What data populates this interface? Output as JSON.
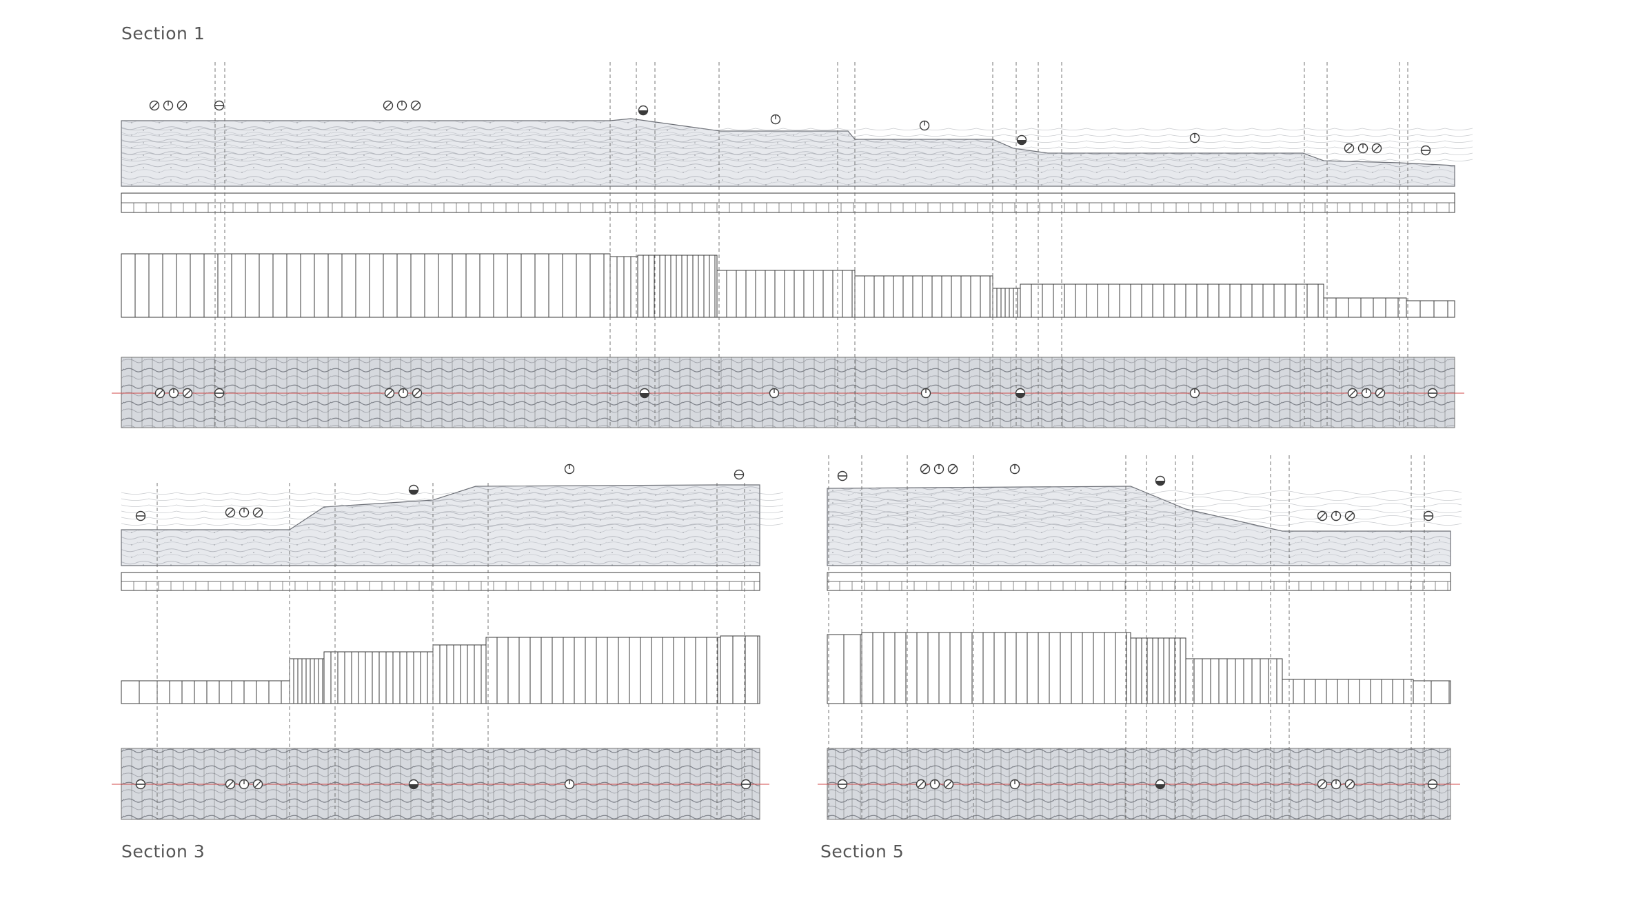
{
  "sections": [
    {
      "label": "Section 1"
    },
    {
      "label": "Section 3"
    },
    {
      "label": "Section 5"
    }
  ],
  "colors": {
    "ink": "#3a3a3a",
    "faint": "#9a9a9a",
    "stone_fill": "#e6e8ec",
    "stone_dark": "#8c8f96",
    "datum": "#d04a4a",
    "label": "#555555"
  },
  "icons": {
    "marker_slash": "circle-slash-icon",
    "marker_tick": "circle-tick-icon",
    "marker_half": "half-filled-circle-icon",
    "marker_bar": "circle-bar-icon"
  }
}
